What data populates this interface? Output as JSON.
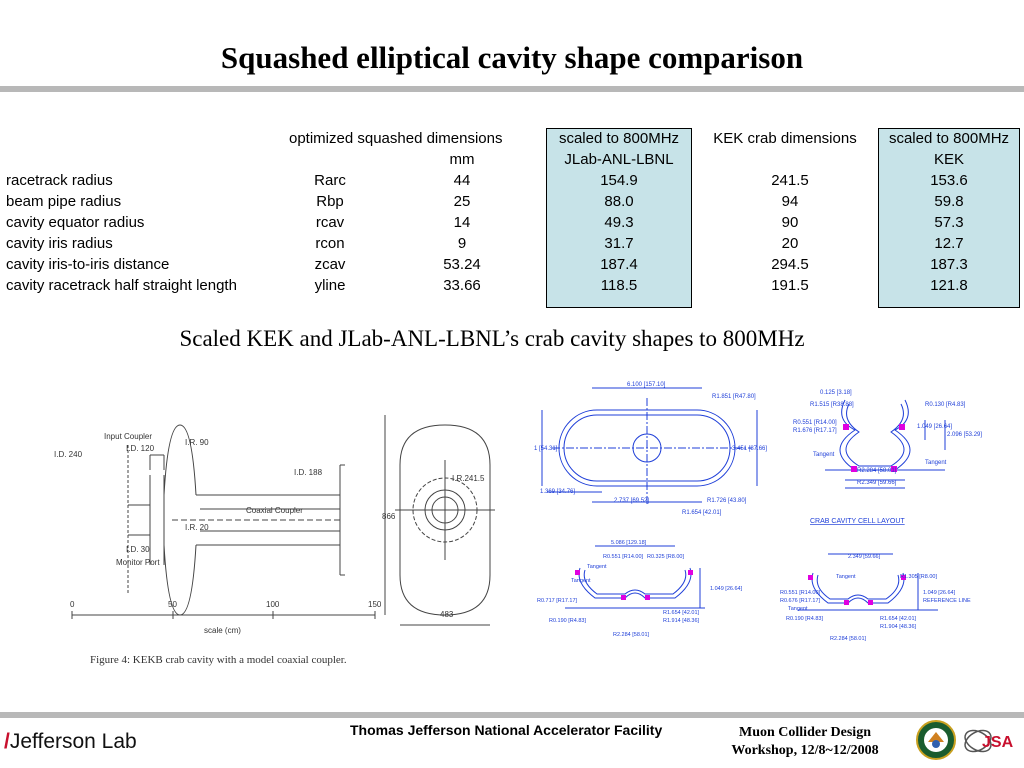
{
  "slide": {
    "title": "Squashed elliptical cavity shape comparison",
    "subtitle": "Scaled KEK and JLab-ANL-LBNL’s crab cavity shapes to 800MHz"
  },
  "table": {
    "headers": {
      "optimized": "optimized squashed dimensions",
      "mm": "mm",
      "scaled_jlab_1": "scaled to 800MHz",
      "scaled_jlab_2": "JLab-ANL-LBNL",
      "kek": "KEK crab dimensions",
      "scaled_kek_1": "scaled to 800MHz",
      "scaled_kek_2": "KEK"
    },
    "rows": [
      {
        "name": "racetrack radius",
        "symbol": "Rarc",
        "optimized": "44",
        "scaled_jlab": "154.9",
        "kek": "241.5",
        "scaled_kek": "153.6"
      },
      {
        "name": "beam pipe radius",
        "symbol": "Rbp",
        "optimized": "25",
        "scaled_jlab": "88.0",
        "kek": "94",
        "scaled_kek": "59.8"
      },
      {
        "name": "cavity equator radius",
        "symbol": "rcav",
        "optimized": "14",
        "scaled_jlab": "49.3",
        "kek": "90",
        "scaled_kek": "57.3"
      },
      {
        "name": "cavity iris radius",
        "symbol": "rcon",
        "optimized": "9",
        "scaled_jlab": "31.7",
        "kek": "20",
        "scaled_kek": "12.7"
      },
      {
        "name": "cavity iris-to-iris distance",
        "symbol": "zcav",
        "optimized": "53.24",
        "scaled_jlab": "187.4",
        "kek": "294.5",
        "scaled_kek": "187.3"
      },
      {
        "name": "cavity racetrack half straight length",
        "symbol": "yline",
        "optimized": "33.66",
        "scaled_jlab": "118.5",
        "kek": "191.5",
        "scaled_kek": "121.8"
      }
    ],
    "highlight_color": "#c7e3e8"
  },
  "kekb_figure": {
    "labels": {
      "input_coupler": "Input Coupler",
      "id_240": "I.D. 240",
      "id_120": "I.D. 120",
      "ir_90": "I.R. 90",
      "id_188": "I.D. 188",
      "coaxial_coupler": "Coaxial Coupler",
      "ir_20": "I.R. 20",
      "id_30": "I.D. 30",
      "monitor_port": "Monitor Port",
      "ir_2415": "I.R.241.5",
      "dim_866": "866",
      "dim_483": "483"
    },
    "scale_ticks": [
      "0",
      "50",
      "100",
      "150"
    ],
    "scale_label": "scale (cm)",
    "caption": "Figure 4: KEKB crab cavity with a model coaxial coupler."
  },
  "drawings": {
    "top_left": {
      "width_top": "6.100 [157.10]",
      "r1851": "R1.851 [R47.80]",
      "height_left": "1 [54.31]",
      "height_right": "3.451 [87.66]",
      "r1369": "1.369 [34.76]",
      "r2737": "2.737 [69.52]",
      "r1726": "R1.726 [43.80]",
      "r1654": "R1.654 [42.01]"
    },
    "top_right": {
      "top_label": "0.125 [3.18]",
      "r1515": "R1.515 [R38.88]",
      "r0130": "R0.130 [R4.83]",
      "r0551": "R0.551 [R14.00]",
      "r1676": "R1.676 [R17.17]",
      "d1049": "1.049 [26.64]",
      "d2096": "2.096 [53.29]",
      "tangent_left": "Tangent",
      "tangent_right": "Tangent",
      "r2284": "R2.284 [58.01]",
      "r2349": "R2.349 [59.66]",
      "title": "CRAB CAVITY CELL LAYOUT"
    },
    "bottom_left": {
      "width_top": "5.086 [129.18]",
      "r0551": "R0.551 [R14.00]",
      "r0325": "R0.325 [R8.00]",
      "tangent_1": "Tangent",
      "tangent_2": "Tangent",
      "r0717": "R0.717 [R17.17]",
      "d1049": "1.049 [26.64]",
      "r0190": "R0.190 [R4.83]",
      "r1654": "R1.654 [42.01]",
      "r1914": "R1.914 [48.36]",
      "r2284": "R2.284 [58.01]"
    },
    "bottom_right": {
      "width_top": "2.349 [59.66]",
      "r1305": "R1.305 [R8.00]",
      "tangent": "Tangent",
      "r0551": "R0.551 [R14.00]",
      "r0676": "R0.676 [R17.17]",
      "tangent_2": "Tangent",
      "d1049": "1.049 [26.64]",
      "reference_line": "REFERENCE LINE",
      "r0190": "R0.190 [R4.83]",
      "r1654": "R1.654 [42.01]",
      "r1904": "R1.904 [48.36]",
      "r2284": "R2.284 [58.01]"
    },
    "line_color": "#1f3fd8",
    "accent_color": "#e000e0"
  },
  "footer": {
    "logo_text": "Jefferson Lab",
    "facility": "Thomas Jefferson National Accelerator Facility",
    "workshop_line1": "Muon Collider Design",
    "workshop_line2": "Workshop, 12/8~12/2008",
    "seal_icon": "doe-seal-icon",
    "jsa_logo": "JSA"
  }
}
